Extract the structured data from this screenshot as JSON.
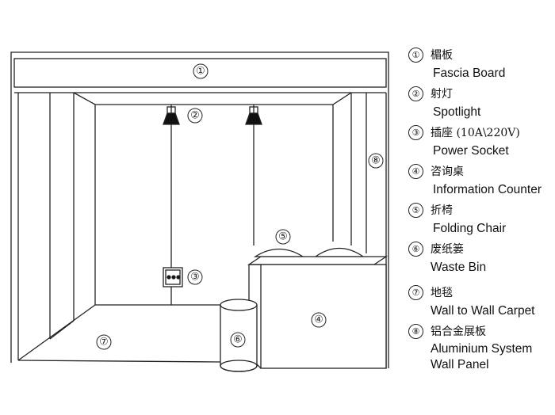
{
  "diagram": {
    "callouts": {
      "fascia": "①",
      "spotlight": "②",
      "socket": "③",
      "counter": "④",
      "chair": "⑤",
      "bin": "⑥",
      "carpet": "⑦",
      "panel": "⑧"
    }
  },
  "legend": [
    {
      "num": "①",
      "zh": "楣板",
      "en": "Fascia Board"
    },
    {
      "num": "②",
      "zh": "射灯",
      "en": "Spotlight"
    },
    {
      "num": "③",
      "zh": "插座 (10A\\220V)",
      "en": "Power Socket"
    },
    {
      "num": "④",
      "zh": "咨询桌",
      "en": "Information Counter"
    },
    {
      "num": "⑤",
      "zh": "折椅",
      "en": "Folding Chair"
    },
    {
      "num": "⑥",
      "zh": "废纸篓",
      "en": "Waste Bin"
    },
    {
      "num": "⑦",
      "zh": "地毯",
      "en": "Wall to Wall Carpet"
    },
    {
      "num": "⑧",
      "zh": "铝合金展板",
      "en": "Aluminium System\nWall Panel"
    }
  ]
}
